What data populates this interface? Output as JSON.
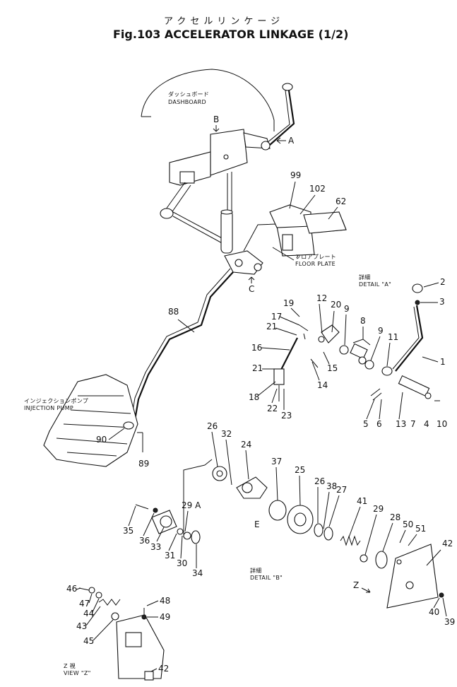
{
  "title": {
    "kana": "アクセルリンケージ",
    "main": "Fig.103  ACCELERATOR  LINKAGE (1/2)"
  },
  "labels": {
    "dashboard_jp": "ダッシュボード",
    "dashboard": "DASHBOARD",
    "floor_plate_jp": "フロアプレート",
    "floor_plate": "FLOOR PLATE",
    "injection_pump_jp": "インジェクションポンプ",
    "injection_pump": "INJECTION PUMP",
    "detail_a_jp": "詳細",
    "detail_a": "DETAIL \"A\"",
    "detail_b_jp": "詳細",
    "detail_b": "DETAIL \"B\"",
    "view_z_jp": "Z 視",
    "view_z": "VIEW \"Z\"",
    "arrow_a": "A",
    "arrow_b": "B",
    "arrow_c": "C",
    "arrow_z": "Z",
    "mark_e": "E"
  },
  "part_numbers": [
    "1",
    "2",
    "3",
    "4",
    "5",
    "6",
    "7",
    "8",
    "9",
    "9",
    "10",
    "11",
    "12",
    "13",
    "14",
    "15",
    "16",
    "17",
    "18",
    "19",
    "20",
    "21",
    "21",
    "22",
    "23",
    "24",
    "25",
    "26",
    "26",
    "27",
    "28",
    "29",
    "29 A",
    "30",
    "31",
    "32",
    "33",
    "34",
    "35",
    "36",
    "37",
    "38",
    "39",
    "40",
    "41",
    "42",
    "42",
    "43",
    "44",
    "45",
    "46",
    "47",
    "48",
    "49",
    "50",
    "51",
    "62",
    "88",
    "89",
    "90",
    "99",
    "102"
  ]
}
